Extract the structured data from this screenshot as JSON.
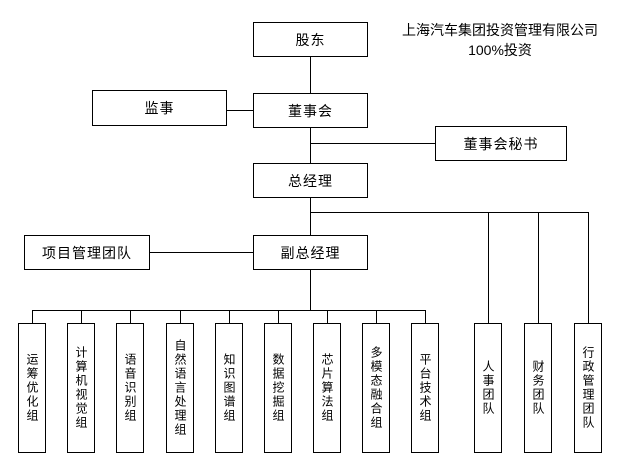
{
  "annotation": {
    "line1": "上海汽车集团投资管理有限公司",
    "line2": "100%投资"
  },
  "nodes": {
    "shareholder": "股东",
    "supervisor": "监事",
    "board": "董事会",
    "board_secretary": "董事会秘书",
    "general_manager": "总经理",
    "project_team": "项目管理团队",
    "deputy_gm": "副总经理"
  },
  "groups": [
    "运筹优化组",
    "计算机视觉组",
    "语音识别组",
    "自然语言处理组",
    "知识图谱组",
    "数据挖掘组",
    "芯片算法组",
    "多模态融合组",
    "平台技术组"
  ],
  "teams": [
    "人事团队",
    "财务团队",
    "行政管理团队"
  ]
}
